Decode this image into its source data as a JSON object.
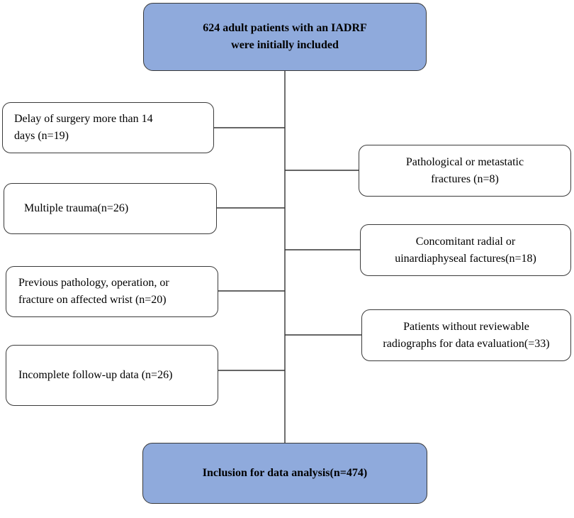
{
  "diagram": {
    "top_box": {
      "text": "624 adult patients with  an IADRF\nwere initially included",
      "fill_color": "#8faadc"
    },
    "bottom_box": {
      "text": "Inclusion for data analysis(n=474)",
      "fill_color": "#8faadc"
    },
    "exclusions_left": [
      {
        "text": "Delay  of surgery  more  than  14\ndays (n=19)"
      },
      {
        "text": "Multiple  trauma(n=26)"
      },
      {
        "text": "Previous pathology,  operation,  or\nfracture on affected wrist  (n=20)"
      },
      {
        "text": "Incomplete follow-up  data  (n=26)"
      }
    ],
    "exclusions_right": [
      {
        "text": "Pathological  or metastatic\nfractures  (n=8)"
      },
      {
        "text": "Concomitant  radial  or\nuinardiaphyseal  factures(n=18)"
      },
      {
        "text": "Patients  without  reviewable\nradiographs  for data evaluation(=33)"
      }
    ]
  }
}
